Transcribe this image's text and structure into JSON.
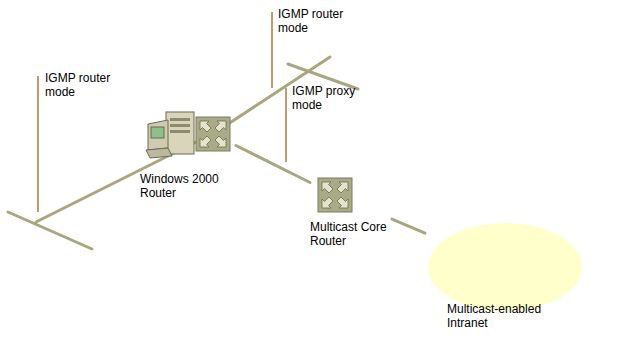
{
  "diagram": {
    "nodes": [
      {
        "text": [
          "Windows 2000 Router"
        ]
      },
      {
        "text": [
          "Multicast Core Router"
        ]
      },
      {
        "text": [
          "Multicast-enabled Intranet"
        ]
      }
    ],
    "edges": [
      {
        "from": 0,
        "to": 1,
        "arrow": "none"
      },
      {
        "from": 1,
        "to": 2,
        "arrow": "none"
      }
    ],
    "labels": [
      "IGMP router mode",
      "IGMP router mode",
      "IGMP proxy mode"
    ]
  }
}
